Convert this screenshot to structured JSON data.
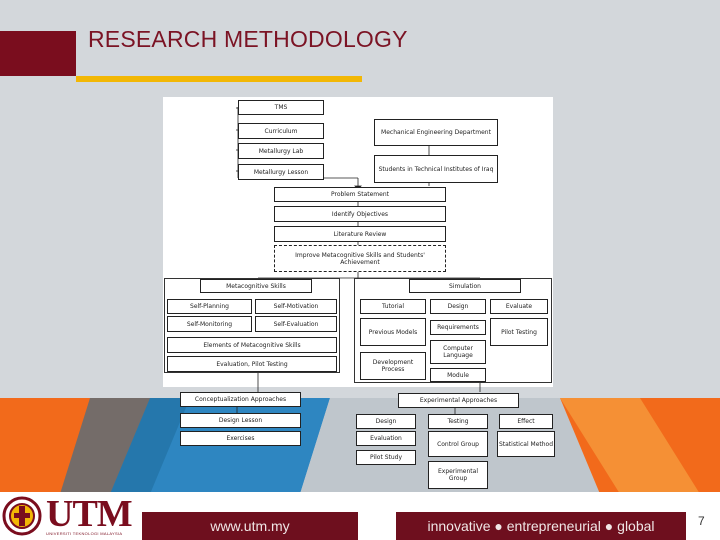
{
  "slide": {
    "title": "RESEARCH METHODOLOGY",
    "colors": {
      "maroon": "#7a0d1e",
      "gold": "#f2b705",
      "orange": "#f26a1b",
      "teal": "#2b8cc4"
    }
  },
  "diagram": {
    "top": {
      "tms": "TMS",
      "curriculum": "Curriculum",
      "mts_dept": "Mechanical Engineering Department",
      "mts_design_lab": "Metallurgy Lab",
      "metallurgy_lesson": "Metallurgy Lesson",
      "students": "Students in Technical Institutes of Iraq",
      "problem_statement": "Problem Statement",
      "identify_objectives": "Identify Objectives",
      "literature_review": "Literature Review",
      "improve_skills": "Improve Metacognitive Skills and Students' Achievement"
    },
    "left_panel": {
      "header": "Metacognitive Skills",
      "self_planning": "Self-Planning",
      "self_monitoring": "Self-Monitoring",
      "self_motivation": "Self-Motivation",
      "self_evaluation": "Self-Evaluation",
      "elements": "Elements of Metacognitive Skills",
      "evaluation_pilot": "Evaluation, Pilot Testing"
    },
    "right_panel": {
      "header": "Simulation",
      "tutorial": "Tutorial",
      "design": "Design",
      "evaluate": "Evaluate",
      "previous_models": "Previous Models",
      "requirements": "Requirements",
      "pilot_testing": "Pilot Testing",
      "computer_language": "Computer Language",
      "development_process": "Development Process",
      "module": "Module"
    },
    "bottom_left": {
      "header": "Conceptualization Approaches",
      "design_lesson": "Design Lesson",
      "exercises": "Exercises"
    },
    "bottom_right": {
      "header": "Experimental Approaches",
      "design": "Design",
      "testing": "Testing",
      "effect": "Effect",
      "evaluation": "Evaluation",
      "control_group": "Control Group",
      "statistical_method": "Statistical Method",
      "pilot_study": "Pilot Study",
      "experimental_group": "Experimental Group"
    }
  },
  "footer": {
    "logo_text": "UTM",
    "logo_sub": "UNIVERSITI TEKNOLOGI MALAYSIA",
    "url": "www.utm.my",
    "tagline": "innovative ● entrepreneurial ● global",
    "page_number": "7"
  }
}
